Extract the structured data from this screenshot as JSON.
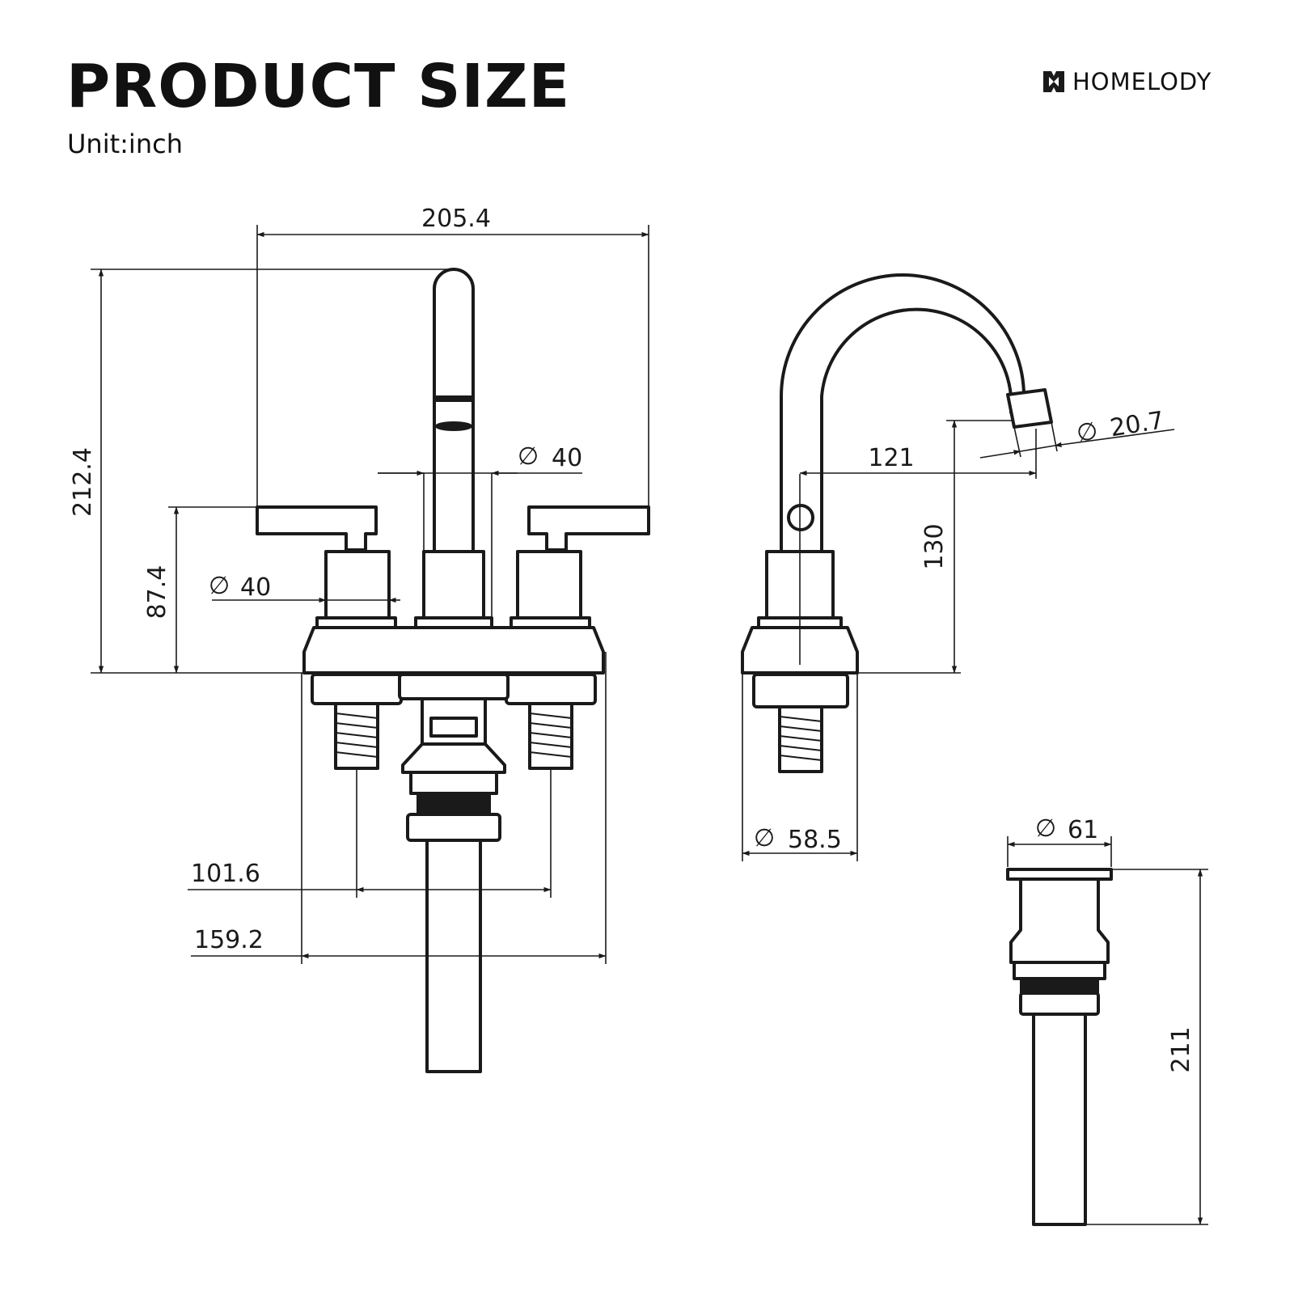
{
  "header": {
    "title": "PRODUCT SIZE",
    "unit": "Unit:inch",
    "brand": "HOMELODY",
    "brand_logo_icon": "homelody-logo-icon"
  },
  "dimensions": {
    "front_overall_width": "205.4",
    "front_overall_height": "212.4",
    "front_handle_height": "87.4",
    "front_spout_diameter": "40",
    "front_handle_diameter": "40",
    "front_center_spacing": "101.6",
    "front_base_width": "159.2",
    "side_reach": "121",
    "side_outlet_height": "130",
    "side_outlet_diameter": "20.7",
    "side_base_diameter": "58.5",
    "drain_diameter": "61",
    "drain_height": "211"
  },
  "symbols": {
    "diameter": "∅"
  },
  "colors": {
    "line": "#1a1a1a",
    "background": "#ffffff"
  }
}
